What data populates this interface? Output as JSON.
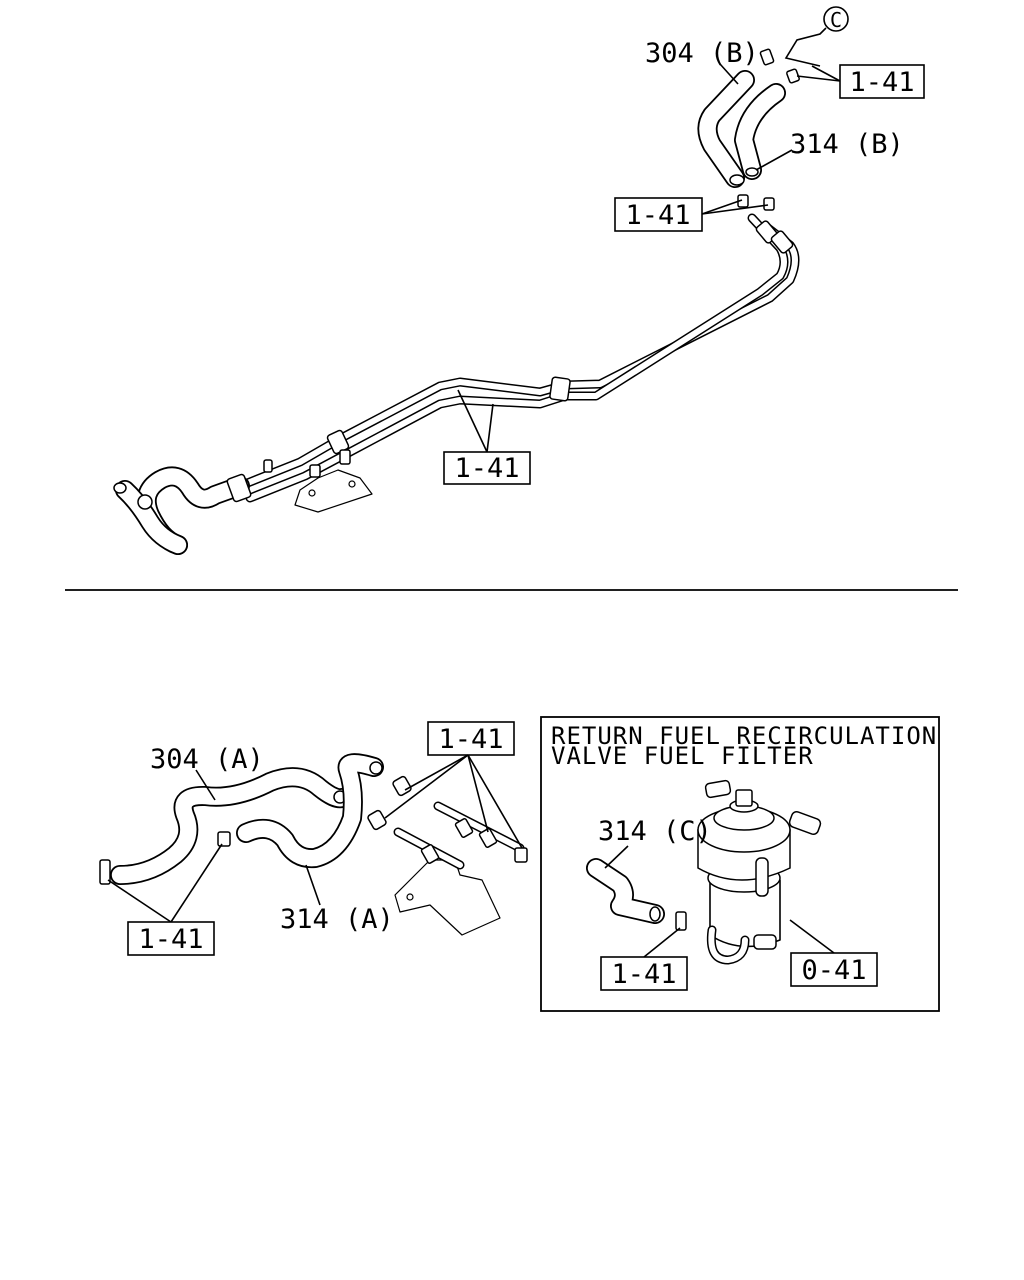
{
  "labels": {
    "circle_c": "C",
    "hose_304b": "304 (B)",
    "hose_314b": "314 (B)",
    "hose_304a": "304 (A)",
    "hose_314a": "314 (A)",
    "hose_314c": "314 (C)",
    "ref_141": "1-41",
    "ref_041": "0-41"
  },
  "inset": {
    "title_line1": "RETURN FUEL RECIRCULATION",
    "title_line2": "VALVE FUEL FILTER"
  }
}
